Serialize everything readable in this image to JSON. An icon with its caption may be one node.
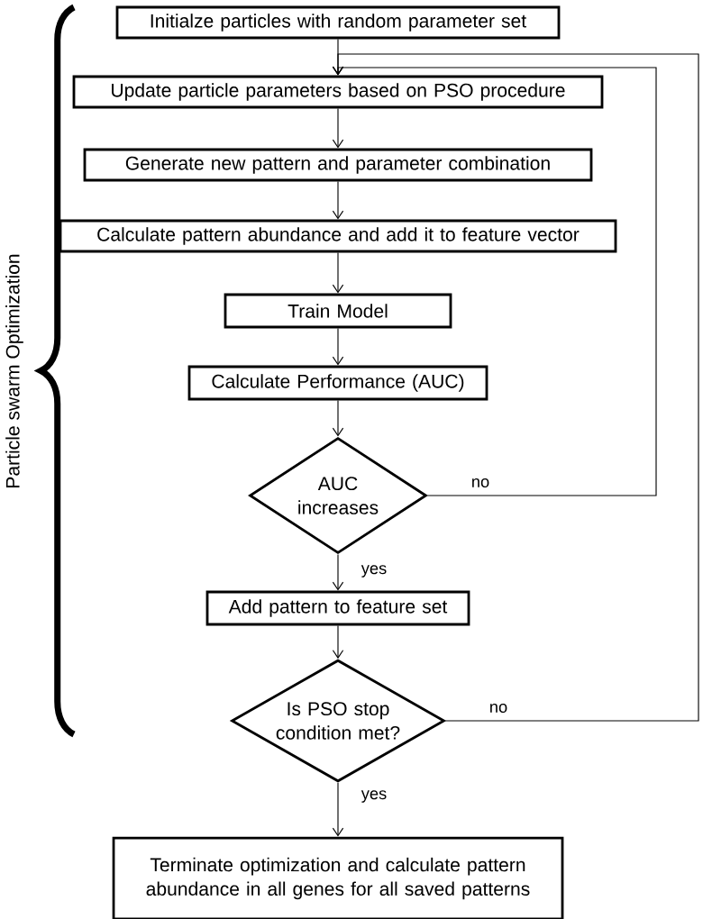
{
  "diagram": {
    "nodes": [
      {
        "text": [
          "Initialze particles with random parameter set"
        ]
      },
      {
        "text": [
          "Update particle parameters based on PSO procedure"
        ]
      },
      {
        "text": [
          "Generate new pattern and parameter combination"
        ]
      },
      {
        "text": [
          "Calculate pattern abundance and add it to feature vector"
        ]
      },
      {
        "text": [
          "Train Model"
        ]
      },
      {
        "text": [
          "Calculate Performance (AUC)"
        ]
      },
      {
        "text": [
          "AUC increases"
        ]
      },
      {
        "text": [
          "Add pattern to feature set"
        ]
      },
      {
        "text": [
          "Is PSO stop condition met?"
        ]
      },
      {
        "text": [
          "Terminate optimization and calculate pattern abundance in all genes for all saved patterns"
        ]
      }
    ],
    "edges": [
      {
        "from": 0,
        "to": 1,
        "arrow": "to"
      },
      {
        "from": 1,
        "to": 2,
        "arrow": "to"
      },
      {
        "from": 2,
        "to": 3,
        "arrow": "to"
      },
      {
        "from": 3,
        "to": 4,
        "arrow": "to"
      },
      {
        "from": 4,
        "to": 5,
        "arrow": "to"
      },
      {
        "from": 5,
        "to": 6,
        "arrow": "to"
      },
      {
        "from": 6,
        "to": 7,
        "arrow": "to",
        "label": "yes"
      },
      {
        "from": 6,
        "to": 1,
        "arrow": "to",
        "label": "no"
      },
      {
        "from": 7,
        "to": 8,
        "arrow": "to"
      },
      {
        "from": 8,
        "to": 9,
        "arrow": "to",
        "label": "yes"
      },
      {
        "from": 8,
        "to": 1,
        "arrow": "to",
        "label": "no"
      }
    ],
    "labels": [
      "Particle swarm Optimization"
    ]
  }
}
